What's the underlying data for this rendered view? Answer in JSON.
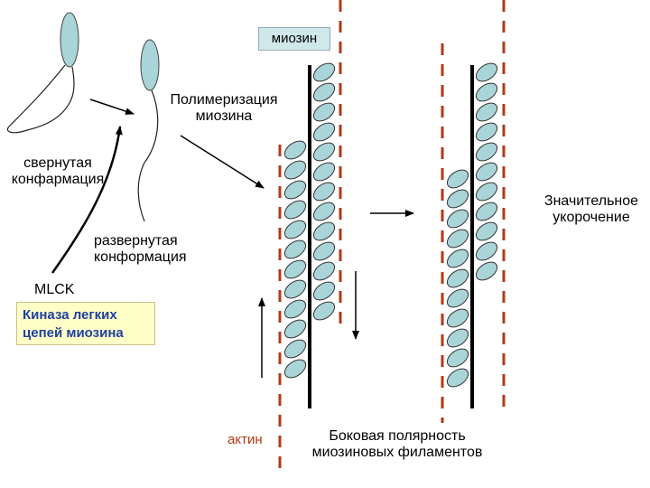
{
  "labels": {
    "myosin": "миозин",
    "polymerization": [
      "Полимеризация",
      "миозина"
    ],
    "coiled": [
      "свернутая",
      "конфармация"
    ],
    "extended": [
      "развернутая",
      "конформация"
    ],
    "mlck": "MLCK",
    "kinase": [
      "Киназа легких",
      "цепей миозина"
    ],
    "shortening": [
      "Значительное",
      "укорочение"
    ],
    "actin": "актин",
    "polarity": [
      "Боковая полярность",
      "миозиновых филаментов"
    ]
  },
  "colors": {
    "myosin_head": "#a9d4d8",
    "actin_dash": "#b03a17",
    "filament": "#000000",
    "myosin_box": "#cfe8ea",
    "kinase_box": "#ffffc8",
    "kinase_text": "#1f3fa0"
  }
}
